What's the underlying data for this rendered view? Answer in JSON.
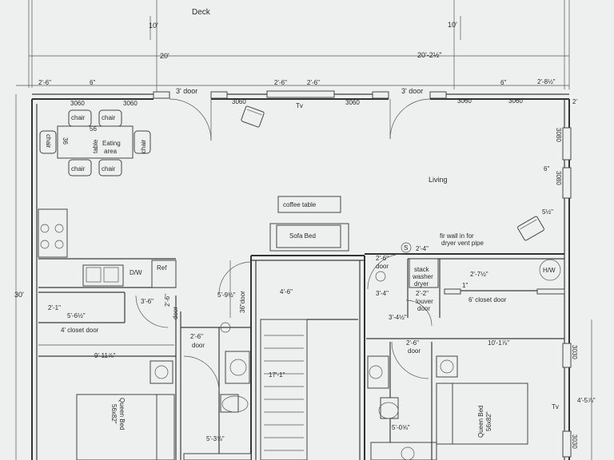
{
  "deck": {
    "label": "Deck",
    "dim_left_height": "10'",
    "dim_right_height": "10'",
    "dim_left_width": "20'",
    "dim_right_width": "20'-2½\""
  },
  "top_wall": {
    "d_2_6_a": "2'-6\"",
    "d_6_a": "6\"",
    "d_2_6_b": "2'-6\"",
    "d_2_6_c": "2'-6\"",
    "d_6_b": "6\"",
    "d_2_8": "2'-8½\"",
    "door_left": "3' door",
    "door_right": "3' door",
    "win_1": "3060",
    "win_2": "3060",
    "win_3": "3060",
    "win_4": "3060",
    "win_5": "3060",
    "win_6": "3060",
    "tv": "Tv",
    "right_2": "2'"
  },
  "eating": {
    "chair_1": "chair",
    "chair_2": "chair",
    "chair_3": "chair",
    "chair_4": "chair",
    "chair_5": "chair",
    "chair_6": "chair",
    "table_size": "56",
    "table_side": "36",
    "label_table": "table",
    "label_eating": "Eating",
    "label_area": "area"
  },
  "living": {
    "label": "Living",
    "coffee_table": "coffee table",
    "sofa_bed": "Sofa Bed",
    "win_right_1": "3080",
    "win_right_2": "3080",
    "d_6": "6\"",
    "d_5_half": "5½\""
  },
  "kitchen": {
    "dw": "D/W",
    "ref": "Ref"
  },
  "hall": {
    "d_2_1": "2'-1\"",
    "d_5_6": "5'-6½\"",
    "closet_left": "4' closet door",
    "d_3_6": "3'-6\"",
    "door_2_6_a": "2'-6\"",
    "d_9_11": "9'-11⅞\"",
    "d_5_9": "5'-9½\"",
    "d_36door": "36\"door",
    "d_4_6": "4'-6\"",
    "d_17_1": "17'-1\"",
    "door_2_6_b": "2'-6\"",
    "door_word": "door",
    "door_word_2": "door"
  },
  "laundry": {
    "fir_wall": "fir wall in for",
    "fir_wall_2": "dryer vent pipe",
    "d_2_4": "2'-4\"",
    "door_2_6": "2'-6\"",
    "door_word": "door",
    "stack": "stack",
    "washer": "washer",
    "dryer": "dryer",
    "d_2_7": "2'-7½\"",
    "hw": "H/W",
    "d_1": "1\"",
    "d_3_4": "3'-4\"",
    "d_2_2": "2'-2\"",
    "louver": "louver",
    "louver_door": "door",
    "closet_right": "6' closet door",
    "d_3_4b": "3'-4½\"",
    "door_2_6_b": "2'-6\"",
    "door_word_b": "door",
    "d_10_1": "10'-1⅞\"",
    "s_mark": "S"
  },
  "bedroom_left": {
    "bed_1": "Queen Bed",
    "bed_2": "56x82\"",
    "d_5_3": "5'-3⅝\""
  },
  "bedroom_right": {
    "bed_1": "Queen Bed",
    "bed_2": "56x82\"",
    "d_5_0": "5'-0⅝\"",
    "win_1": "3030",
    "win_2": "3030",
    "tv": "Tv",
    "d_4_5": "4'-5⅞\""
  },
  "overall": {
    "height": "30'"
  }
}
